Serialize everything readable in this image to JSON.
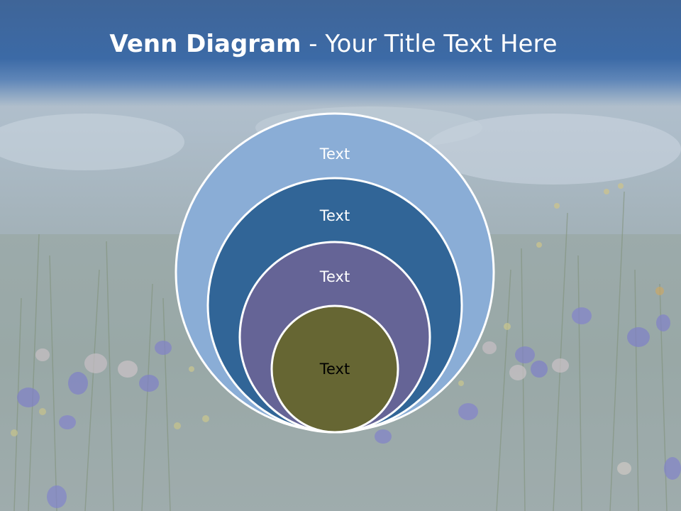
{
  "slide": {
    "title_bold": "Venn Diagram",
    "title_rest": " - Your Title Text Here"
  },
  "diagram": {
    "circles": [
      {
        "label": "Text",
        "fill": "#8aadd6",
        "text_color": "#ffffff"
      },
      {
        "label": "Text",
        "fill": "#316597",
        "text_color": "#ffffff"
      },
      {
        "label": "Text",
        "fill": "#656496",
        "text_color": "#ffffff"
      },
      {
        "label": "Text",
        "fill": "#666633",
        "text_color": "#000000"
      }
    ]
  },
  "colors": {
    "title_bar": "#3c6aa6",
    "circle_stroke": "#ffffff"
  }
}
